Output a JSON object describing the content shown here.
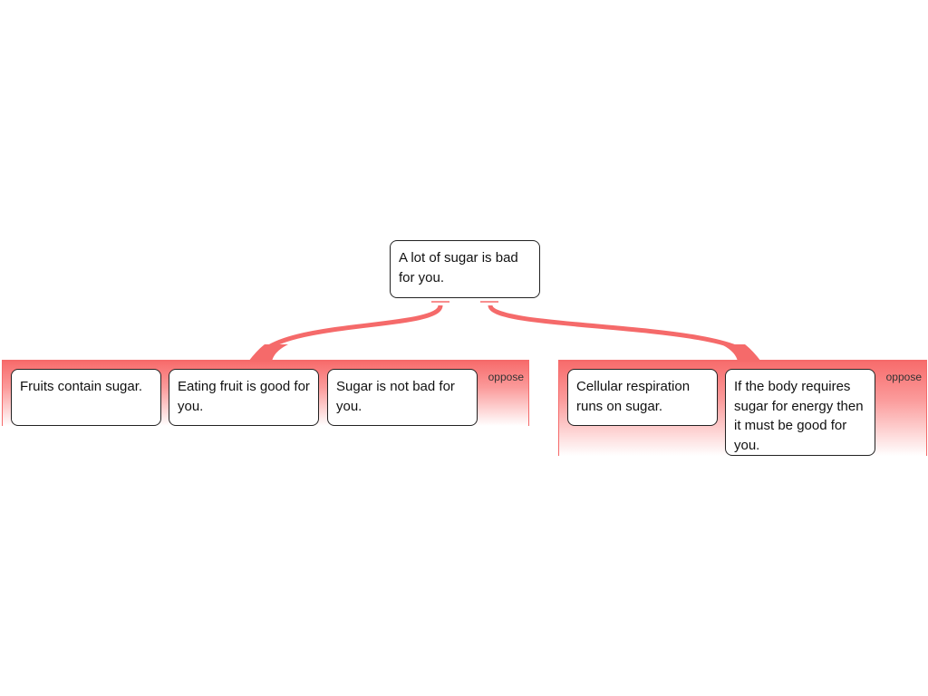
{
  "colors": {
    "connector": "#f56a6a",
    "group_top": "#f76c6c",
    "node_border": "#222222"
  },
  "root": {
    "text": "A lot of sugar is bad for you."
  },
  "groups": [
    {
      "label": "oppose",
      "items": [
        {
          "text": "Fruits contain sugar."
        },
        {
          "text": "Eating fruit is good for you."
        },
        {
          "text": "Sugar is not bad for you."
        }
      ]
    },
    {
      "label": "oppose",
      "items": [
        {
          "text": "Cellular respiration runs on sugar."
        },
        {
          "text": "If the body requires sugar for energy then it must be good for you."
        }
      ]
    }
  ]
}
